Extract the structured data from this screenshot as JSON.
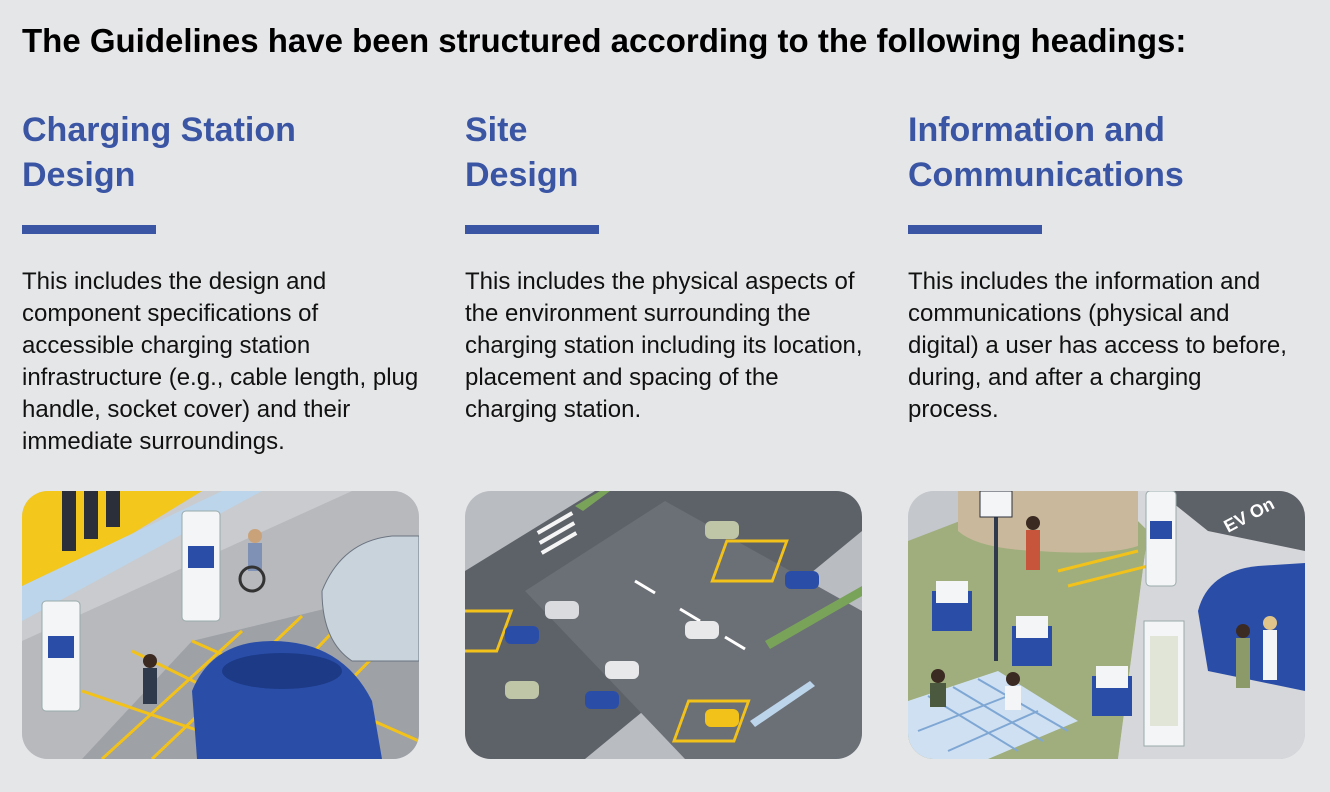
{
  "page": {
    "title": "The Guidelines have been structured according to the following headings:"
  },
  "sections": [
    {
      "heading": "Charging Station\nDesign",
      "body": "This includes the design and component specifications of accessible charging station infrastructure (e.g., cable length, plug handle, socket cover) and their immediate surroundings."
    },
    {
      "heading": "Site\nDesign",
      "body": "This includes the physical aspects of the environment surrounding the charging station including its location, placement and spacing of the charging station."
    },
    {
      "heading": "Information and\nCommunications",
      "body": "This includes the information and communications (physical and digital) a user has access to before, during, and after a charging process.",
      "illustration_sign": "EV On"
    }
  ],
  "colors": {
    "accent": "#3a55a4",
    "background": "#e5e6e8",
    "text": "#111111",
    "car_blue": "#2a4ea8",
    "hatch_yellow": "#f2c21a"
  }
}
